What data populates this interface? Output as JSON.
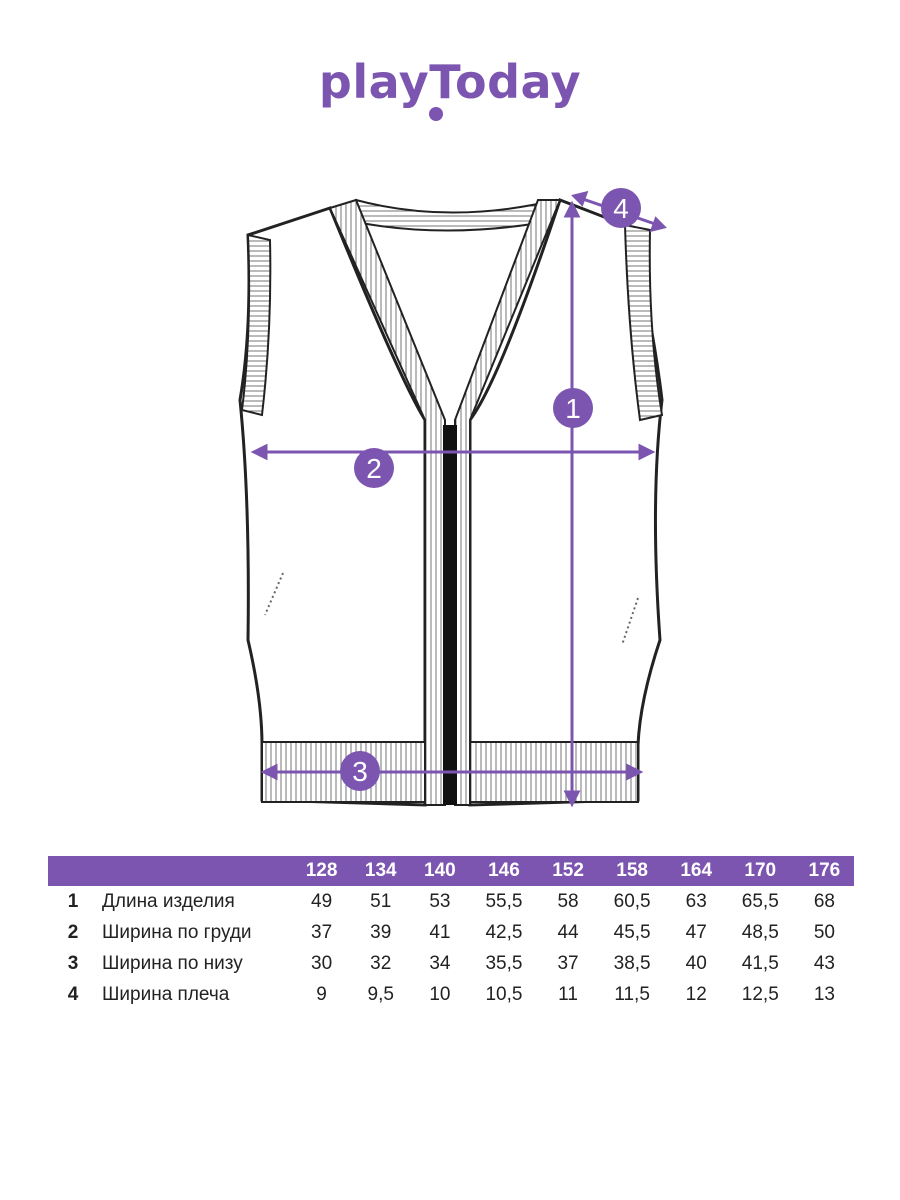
{
  "brand": {
    "logo_text": "playToday",
    "accent_color": "#7c55b0"
  },
  "diagram": {
    "markers": [
      "1",
      "2",
      "3",
      "4"
    ]
  },
  "table": {
    "sizes": [
      "128",
      "134",
      "140",
      "146",
      "152",
      "158",
      "164",
      "170",
      "176"
    ],
    "rows": [
      {
        "num": "1",
        "label": "Длина изделия",
        "values": [
          "49",
          "51",
          "53",
          "55,5",
          "58",
          "60,5",
          "63",
          "65,5",
          "68"
        ]
      },
      {
        "num": "2",
        "label": "Ширина по груди",
        "values": [
          "37",
          "39",
          "41",
          "42,5",
          "44",
          "45,5",
          "47",
          "48,5",
          "50"
        ]
      },
      {
        "num": "3",
        "label": "Ширина по низу",
        "values": [
          "30",
          "32",
          "34",
          "35,5",
          "37",
          "38,5",
          "40",
          "41,5",
          "43"
        ]
      },
      {
        "num": "4",
        "label": "Ширина плеча",
        "values": [
          "9",
          "9,5",
          "10",
          "10,5",
          "11",
          "11,5",
          "12",
          "12,5",
          "13"
        ]
      }
    ]
  }
}
